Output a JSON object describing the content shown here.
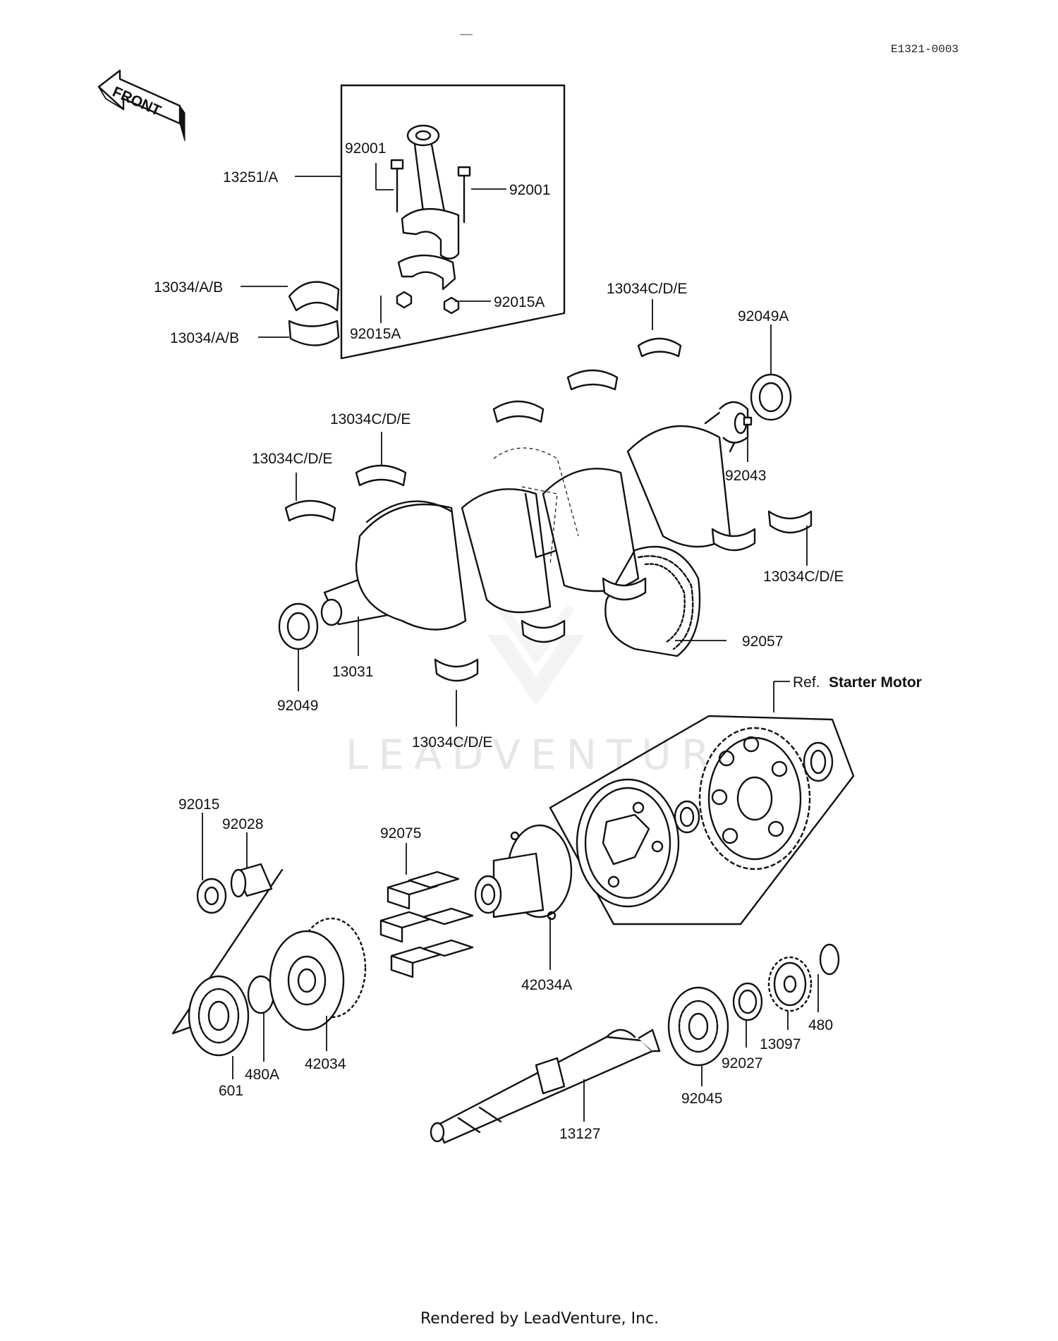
{
  "diagram_code": "E1321-0003",
  "front_marker": "FRONT",
  "labels": {
    "l13251a": "13251/A",
    "l92001_left": "92001",
    "l92001_right": "92001",
    "l13034ab_top": "13034/A/B",
    "l13034ab_bottom": "13034/A/B",
    "l92015a_right": "92015A",
    "l92015a_bottom": "92015A",
    "l13034cde_upper_right": "13034C/D/E",
    "l92049a": "92049A",
    "l13034cde_center": "13034C/D/E",
    "l13034cde_left": "13034C/D/E",
    "l92043": "92043",
    "l13034cde_lower_right": "13034C/D/E",
    "l92057": "92057",
    "l92049": "92049",
    "l13031": "13031",
    "l13034cde_bottom": "13034C/D/E",
    "ref_prefix": "Ref.",
    "ref_part": "Starter Motor",
    "l92015": "92015",
    "l92028": "92028",
    "l92075": "92075",
    "l42034a": "42034A",
    "l480": "480",
    "l13097": "13097",
    "l92027": "92027",
    "l92045": "92045",
    "l13127": "13127",
    "l601": "601",
    "l480a": "480A",
    "l42034": "42034"
  },
  "watermark": "LEADVENTURE",
  "footer": "Rendered by LeadVenture, Inc."
}
